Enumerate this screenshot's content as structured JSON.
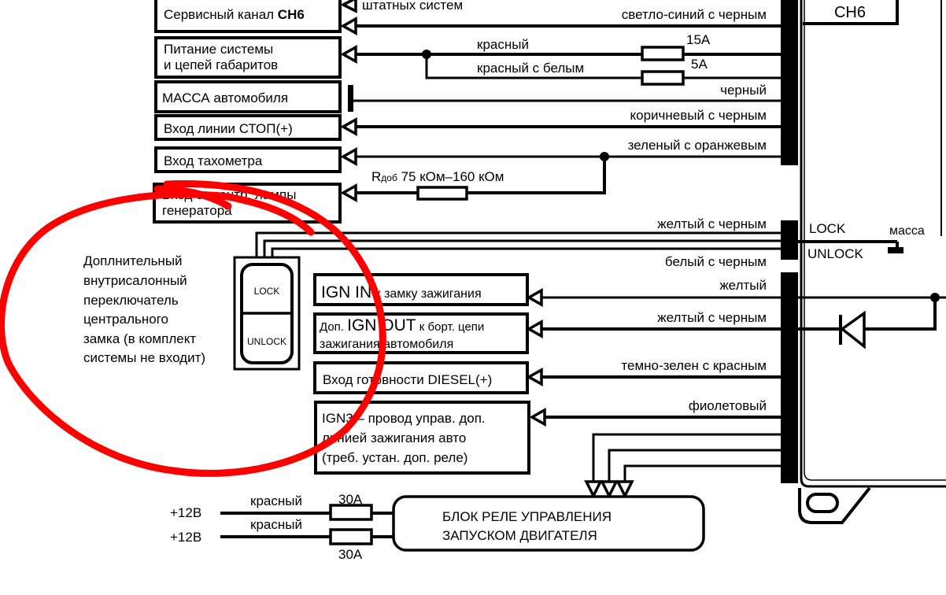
{
  "diagram": {
    "title": "Схема подключения сигнализации (фрагмент)",
    "left_boxes": [
      {
        "id": "service",
        "lines": [
          "Сервисный канал ",
          "CH6"
        ],
        "partial_top_label": "штатных систем"
      },
      {
        "id": "power",
        "lines": [
          "Питание системы",
          "и цепей габаритов"
        ]
      },
      {
        "id": "ground",
        "lines": [
          "МАССА автомобиля"
        ]
      },
      {
        "id": "stop",
        "lines": [
          "Вход линии СТОП(+)"
        ]
      },
      {
        "id": "tacho",
        "lines": [
          "Вход тахометра"
        ]
      },
      {
        "id": "generator",
        "lines": [
          "Вход от контр. лампы",
          "генератора"
        ]
      }
    ],
    "wires": [
      {
        "id": "w-service",
        "color_label": "светло-синий с черным"
      },
      {
        "id": "w-power-15",
        "color_label": "красный",
        "fuse": "15A"
      },
      {
        "id": "w-power-5",
        "color_label": "красный с белым",
        "fuse": "5A"
      },
      {
        "id": "w-ground",
        "color_label": "черный"
      },
      {
        "id": "w-stop",
        "color_label": "коричневый с черным"
      },
      {
        "id": "w-tacho",
        "color_label": "зеленый с оранжевым"
      },
      {
        "id": "w-lock",
        "color_label": "желтый с черным"
      },
      {
        "id": "w-unlock",
        "color_label": "белый с черным"
      },
      {
        "id": "w-ign-in",
        "color_label": "желтый"
      },
      {
        "id": "w-ign-out",
        "color_label": "желтый с черным"
      },
      {
        "id": "w-diesel",
        "color_label": "темно-зелен с красным"
      },
      {
        "id": "w-ign3",
        "color_label": "фиолетовый"
      }
    ],
    "resistor": {
      "label_r": "R",
      "label_sub": "доб",
      "label_value": " 75 кОм–160 кОм"
    },
    "switch": {
      "description": [
        "Доплнительный",
        "внутрисалонный",
        "переключатель",
        "центрального",
        "замка (в комплект",
        "системы не входит)"
      ],
      "lock_label": "LOCK",
      "unlock_label": "UNLOCK"
    },
    "ign_boxes": [
      {
        "id": "ign-in",
        "bold": "IGN IN",
        "text": " к замку зажигания"
      },
      {
        "id": "ign-out",
        "prefix": "Доп. ",
        "bold": "IGN OUT",
        "text": " к борт. цепи",
        "line2": "зажигания автомобиля"
      },
      {
        "id": "diesel",
        "text": "Вход готовности DIESEL(+)"
      },
      {
        "id": "ign3",
        "lines": [
          "IGN3 – провод управ. доп.",
          "линией зажигания авто",
          "(треб. устан. доп. реле)"
        ]
      }
    ],
    "unit": {
      "ch6_label": "CH6",
      "lock_label": "LOCK",
      "unlock_label": "UNLOCK",
      "ground_label": "масса"
    },
    "relay_block": {
      "lines": [
        "БЛОК РЕЛЕ УПРАВЛЕНИЯ",
        "ЗАПУСКОМ ДВИГАТЕЛЯ"
      ],
      "inputs": [
        {
          "voltage": "+12В",
          "wire": "красный",
          "fuse": "30А"
        },
        {
          "voltage": "+12В",
          "wire": "красный",
          "fuse": "30А"
        }
      ]
    },
    "annotation": {
      "color": "#ff0000",
      "shape": "hand-drawn ellipse"
    }
  }
}
